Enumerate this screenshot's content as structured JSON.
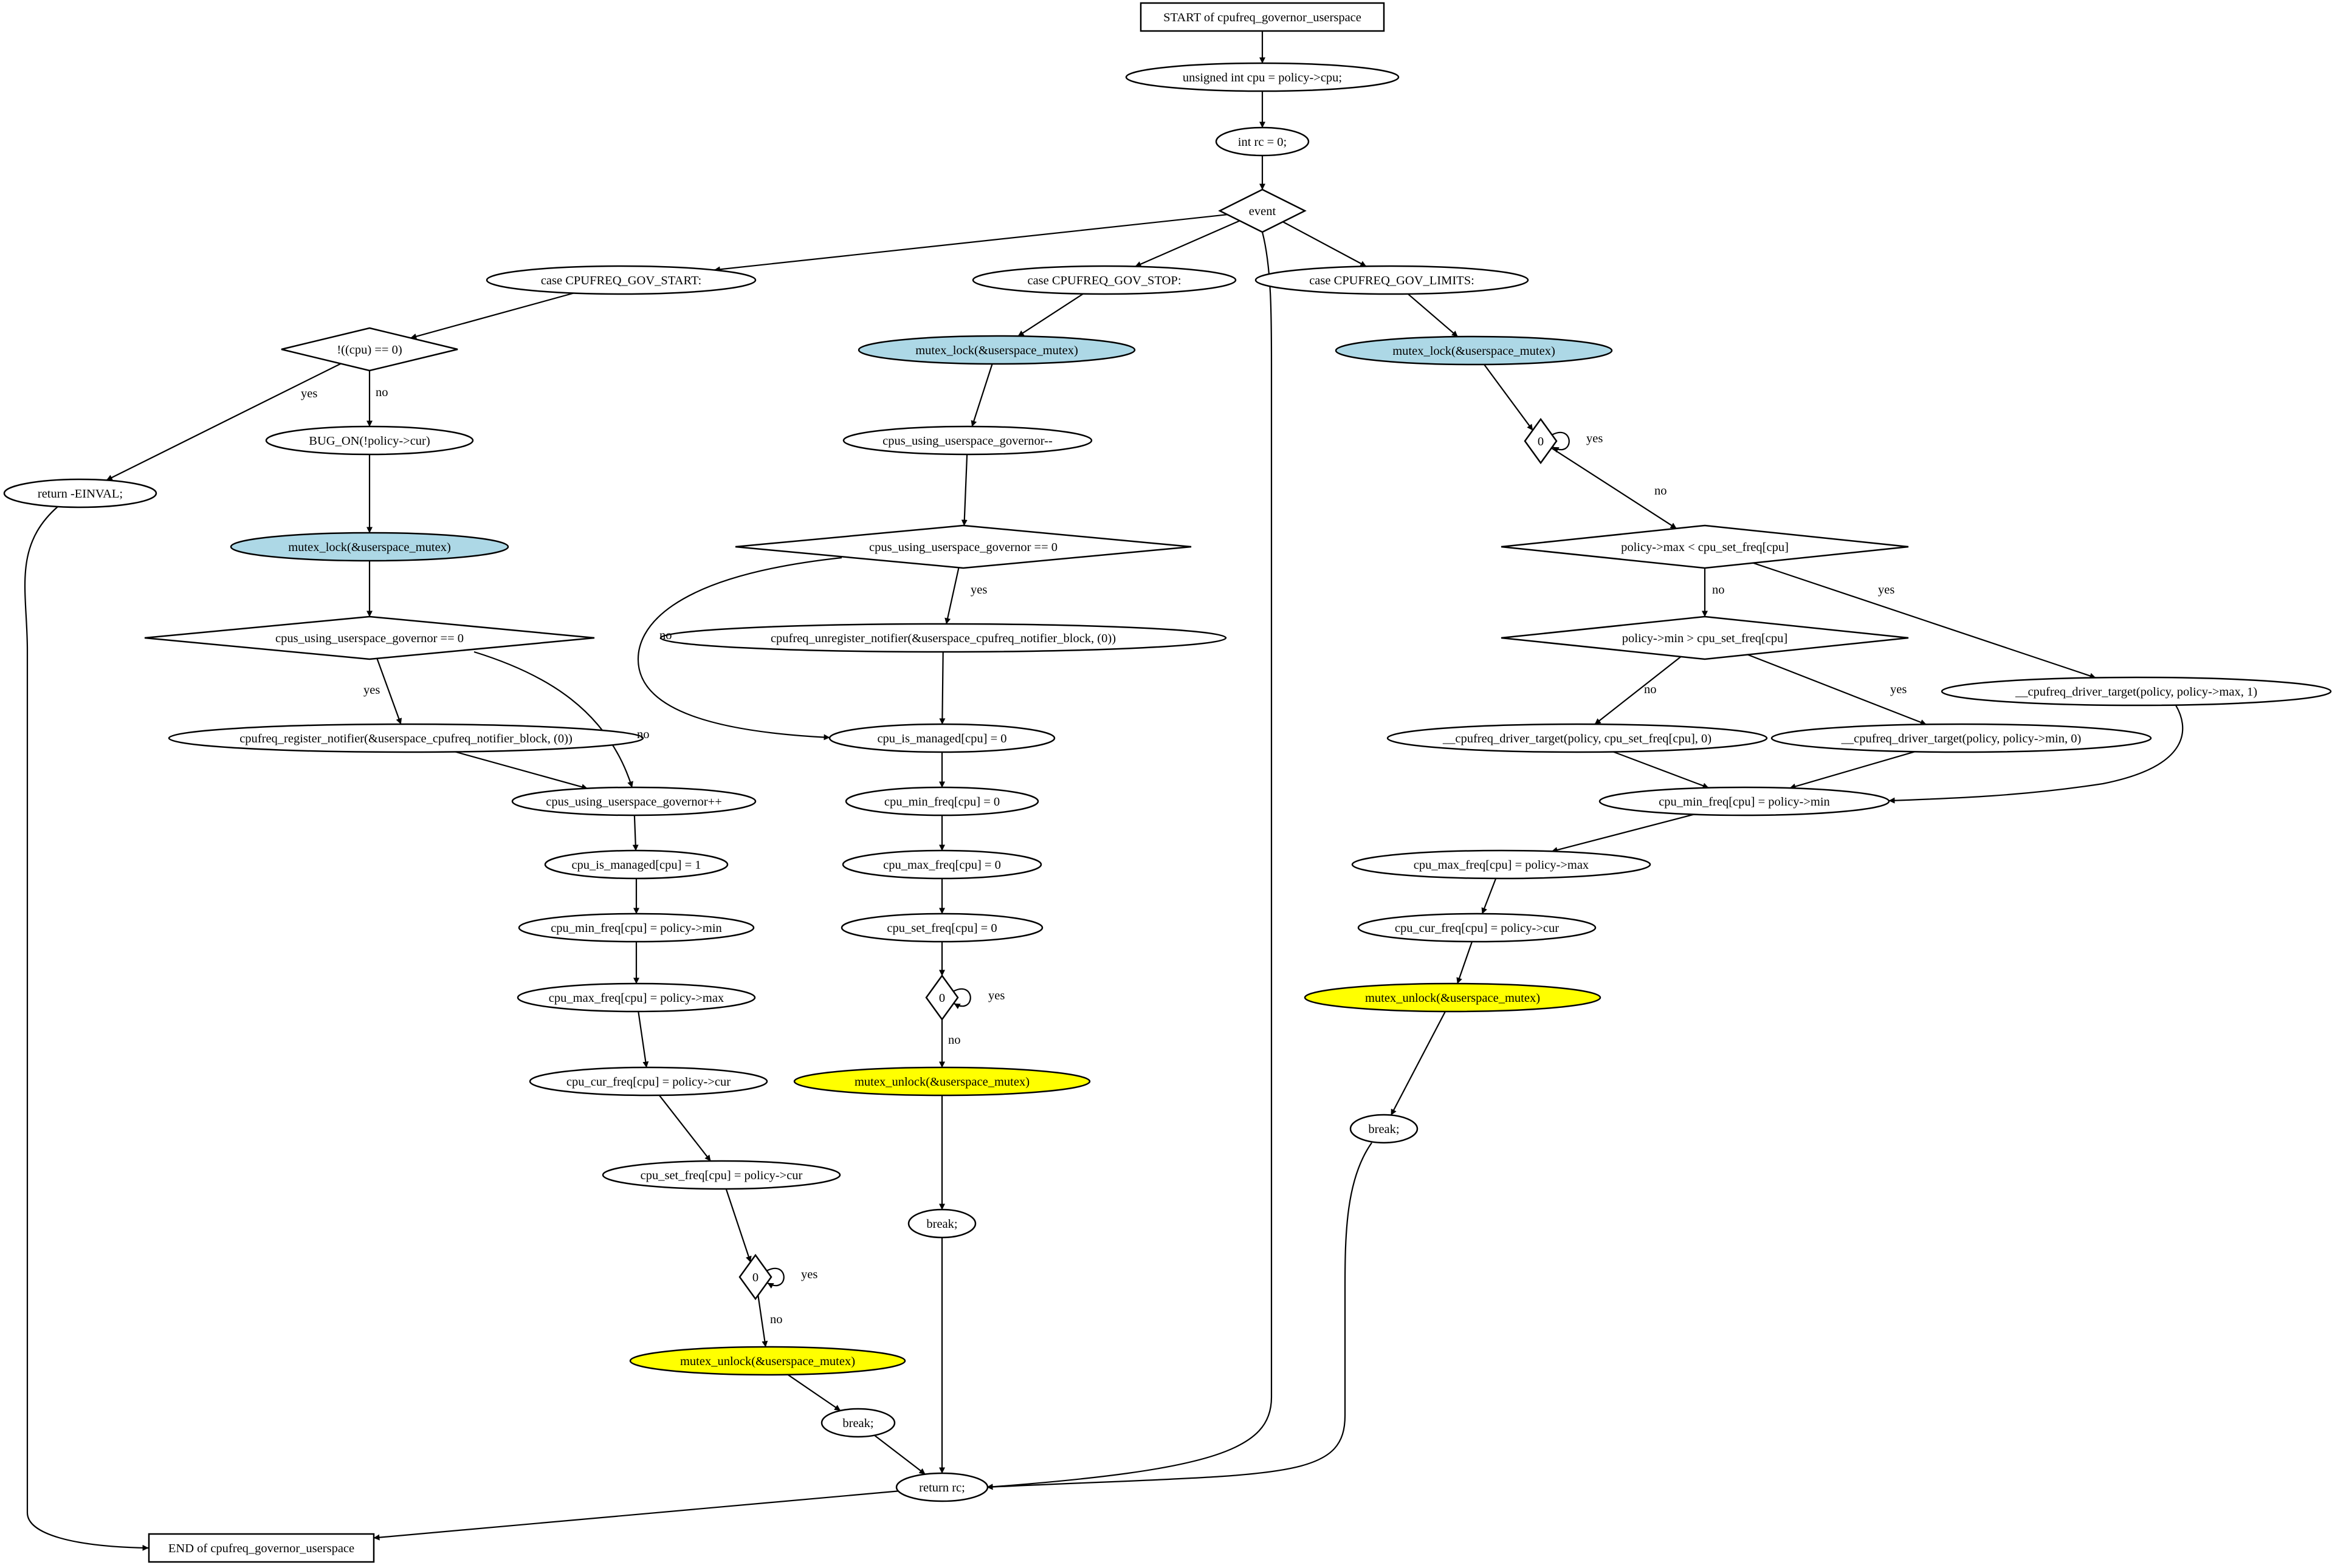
{
  "diagram": {
    "colors": {
      "lightblue": "#add8e6",
      "yellow": "#ffff00",
      "white": "#ffffff",
      "stroke": "#000000"
    },
    "nodes": [
      {
        "id": "start",
        "label": "START of cpufreq_governor_userspace",
        "shape": "box",
        "fill": "white"
      },
      {
        "id": "n_cpu",
        "label": "unsigned int cpu = policy->cpu;",
        "shape": "ellipse",
        "fill": "white"
      },
      {
        "id": "n_rc",
        "label": "int rc = 0;",
        "shape": "ellipse",
        "fill": "white"
      },
      {
        "id": "event",
        "label": "event",
        "shape": "diamond",
        "fill": "white"
      },
      {
        "id": "case_start",
        "label": "case CPUFREQ_GOV_START:",
        "shape": "ellipse",
        "fill": "white"
      },
      {
        "id": "d_cpu",
        "label": "!((cpu) == 0)",
        "shape": "diamond",
        "fill": "white"
      },
      {
        "id": "ret_einval",
        "label": "return -EINVAL;",
        "shape": "ellipse",
        "fill": "white"
      },
      {
        "id": "bug_on",
        "label": "BUG_ON(!policy->cur)",
        "shape": "ellipse",
        "fill": "white"
      },
      {
        "id": "lock_start",
        "label": "mutex_lock(&userspace_mutex)",
        "shape": "ellipse",
        "fill": "lightblue"
      },
      {
        "id": "d_using0_start",
        "label": "cpus_using_userspace_governor == 0",
        "shape": "diamond",
        "fill": "white"
      },
      {
        "id": "reg_notifier",
        "label": "cpufreq_register_notifier(&userspace_cpufreq_notifier_block, (0))",
        "shape": "ellipse",
        "fill": "white"
      },
      {
        "id": "inc_using",
        "label": "cpus_using_userspace_governor++",
        "shape": "ellipse",
        "fill": "white"
      },
      {
        "id": "managed1",
        "label": "cpu_is_managed[cpu] = 1",
        "shape": "ellipse",
        "fill": "white"
      },
      {
        "id": "min_start",
        "label": "cpu_min_freq[cpu] = policy->min",
        "shape": "ellipse",
        "fill": "white"
      },
      {
        "id": "max_start",
        "label": "cpu_max_freq[cpu] = policy->max",
        "shape": "ellipse",
        "fill": "white"
      },
      {
        "id": "cur_start",
        "label": "cpu_cur_freq[cpu] = policy->cur",
        "shape": "ellipse",
        "fill": "white"
      },
      {
        "id": "set_start",
        "label": "cpu_set_freq[cpu] = policy->cur",
        "shape": "ellipse",
        "fill": "white"
      },
      {
        "id": "d0_start",
        "label": "0",
        "shape": "diamond",
        "fill": "white"
      },
      {
        "id": "unlock_start",
        "label": "mutex_unlock(&userspace_mutex)",
        "shape": "ellipse",
        "fill": "yellow"
      },
      {
        "id": "break_start",
        "label": "break;",
        "shape": "ellipse",
        "fill": "white"
      },
      {
        "id": "case_stop",
        "label": "case CPUFREQ_GOV_STOP:",
        "shape": "ellipse",
        "fill": "white"
      },
      {
        "id": "lock_stop",
        "label": "mutex_lock(&userspace_mutex)",
        "shape": "ellipse",
        "fill": "lightblue"
      },
      {
        "id": "dec_using",
        "label": "cpus_using_userspace_governor--",
        "shape": "ellipse",
        "fill": "white"
      },
      {
        "id": "d_using0_stop",
        "label": "cpus_using_userspace_governor == 0",
        "shape": "diamond",
        "fill": "white"
      },
      {
        "id": "unreg_notifier",
        "label": "cpufreq_unregister_notifier(&userspace_cpufreq_notifier_block, (0))",
        "shape": "ellipse",
        "fill": "white"
      },
      {
        "id": "managed0",
        "label": "cpu_is_managed[cpu] = 0",
        "shape": "ellipse",
        "fill": "white"
      },
      {
        "id": "min_stop",
        "label": "cpu_min_freq[cpu] = 0",
        "shape": "ellipse",
        "fill": "white"
      },
      {
        "id": "max_stop",
        "label": "cpu_max_freq[cpu] = 0",
        "shape": "ellipse",
        "fill": "white"
      },
      {
        "id": "set_stop",
        "label": "cpu_set_freq[cpu] = 0",
        "shape": "ellipse",
        "fill": "white"
      },
      {
        "id": "d0_stop",
        "label": "0",
        "shape": "diamond",
        "fill": "white"
      },
      {
        "id": "unlock_stop",
        "label": "mutex_unlock(&userspace_mutex)",
        "shape": "ellipse",
        "fill": "yellow"
      },
      {
        "id": "break_stop",
        "label": "break;",
        "shape": "ellipse",
        "fill": "white"
      },
      {
        "id": "case_limits",
        "label": "case CPUFREQ_GOV_LIMITS:",
        "shape": "ellipse",
        "fill": "white"
      },
      {
        "id": "lock_limits",
        "label": "mutex_lock(&userspace_mutex)",
        "shape": "ellipse",
        "fill": "lightblue"
      },
      {
        "id": "d0_limits",
        "label": "0",
        "shape": "diamond",
        "fill": "white"
      },
      {
        "id": "d_max_lt",
        "label": "policy->max < cpu_set_freq[cpu]",
        "shape": "diamond",
        "fill": "white"
      },
      {
        "id": "d_min_gt",
        "label": "policy->min > cpu_set_freq[cpu]",
        "shape": "diamond",
        "fill": "white"
      },
      {
        "id": "target_max",
        "label": "__cpufreq_driver_target(policy, policy->max, 1)",
        "shape": "ellipse",
        "fill": "white"
      },
      {
        "id": "target_set",
        "label": "__cpufreq_driver_target(policy, cpu_set_freq[cpu], 0)",
        "shape": "ellipse",
        "fill": "white"
      },
      {
        "id": "target_min",
        "label": "__cpufreq_driver_target(policy, policy->min, 0)",
        "shape": "ellipse",
        "fill": "white"
      },
      {
        "id": "min_limits",
        "label": "cpu_min_freq[cpu] = policy->min",
        "shape": "ellipse",
        "fill": "white"
      },
      {
        "id": "max_limits",
        "label": "cpu_max_freq[cpu] = policy->max",
        "shape": "ellipse",
        "fill": "white"
      },
      {
        "id": "cur_limits",
        "label": "cpu_cur_freq[cpu] = policy->cur",
        "shape": "ellipse",
        "fill": "white"
      },
      {
        "id": "unlock_limits",
        "label": "mutex_unlock(&userspace_mutex)",
        "shape": "ellipse",
        "fill": "yellow"
      },
      {
        "id": "break_limits",
        "label": "break;",
        "shape": "ellipse",
        "fill": "white"
      },
      {
        "id": "ret_rc",
        "label": "return rc;",
        "shape": "ellipse",
        "fill": "white"
      },
      {
        "id": "end",
        "label": "END of cpufreq_governor_userspace",
        "shape": "box",
        "fill": "white"
      }
    ],
    "edges": [
      {
        "from": "start",
        "to": "n_cpu",
        "label": ""
      },
      {
        "from": "n_cpu",
        "to": "n_rc",
        "label": ""
      },
      {
        "from": "n_rc",
        "to": "event",
        "label": ""
      },
      {
        "from": "event",
        "to": "case_start",
        "label": ""
      },
      {
        "from": "event",
        "to": "case_stop",
        "label": ""
      },
      {
        "from": "event",
        "to": "case_limits",
        "label": ""
      },
      {
        "from": "event",
        "to": "ret_rc",
        "label": ""
      },
      {
        "from": "case_start",
        "to": "d_cpu",
        "label": ""
      },
      {
        "from": "d_cpu",
        "to": "ret_einval",
        "label": "yes"
      },
      {
        "from": "d_cpu",
        "to": "bug_on",
        "label": "no"
      },
      {
        "from": "ret_einval",
        "to": "end",
        "label": ""
      },
      {
        "from": "bug_on",
        "to": "lock_start",
        "label": ""
      },
      {
        "from": "lock_start",
        "to": "d_using0_start",
        "label": ""
      },
      {
        "from": "d_using0_start",
        "to": "reg_notifier",
        "label": "yes"
      },
      {
        "from": "d_using0_start",
        "to": "inc_using",
        "label": "no"
      },
      {
        "from": "reg_notifier",
        "to": "inc_using",
        "label": ""
      },
      {
        "from": "inc_using",
        "to": "managed1",
        "label": ""
      },
      {
        "from": "managed1",
        "to": "min_start",
        "label": ""
      },
      {
        "from": "min_start",
        "to": "max_start",
        "label": ""
      },
      {
        "from": "max_start",
        "to": "cur_start",
        "label": ""
      },
      {
        "from": "cur_start",
        "to": "set_start",
        "label": ""
      },
      {
        "from": "set_start",
        "to": "d0_start",
        "label": ""
      },
      {
        "from": "d0_start",
        "to": "d0_start",
        "label": "yes"
      },
      {
        "from": "d0_start",
        "to": "unlock_start",
        "label": "no"
      },
      {
        "from": "unlock_start",
        "to": "break_start",
        "label": ""
      },
      {
        "from": "break_start",
        "to": "ret_rc",
        "label": ""
      },
      {
        "from": "case_stop",
        "to": "lock_stop",
        "label": ""
      },
      {
        "from": "lock_stop",
        "to": "dec_using",
        "label": ""
      },
      {
        "from": "dec_using",
        "to": "d_using0_stop",
        "label": ""
      },
      {
        "from": "d_using0_stop",
        "to": "unreg_notifier",
        "label": "yes"
      },
      {
        "from": "d_using0_stop",
        "to": "managed0",
        "label": "no"
      },
      {
        "from": "unreg_notifier",
        "to": "managed0",
        "label": ""
      },
      {
        "from": "managed0",
        "to": "min_stop",
        "label": ""
      },
      {
        "from": "min_stop",
        "to": "max_stop",
        "label": ""
      },
      {
        "from": "max_stop",
        "to": "set_stop",
        "label": ""
      },
      {
        "from": "set_stop",
        "to": "d0_stop",
        "label": ""
      },
      {
        "from": "d0_stop",
        "to": "d0_stop",
        "label": "yes"
      },
      {
        "from": "d0_stop",
        "to": "unlock_stop",
        "label": "no"
      },
      {
        "from": "unlock_stop",
        "to": "break_stop",
        "label": ""
      },
      {
        "from": "break_stop",
        "to": "ret_rc",
        "label": ""
      },
      {
        "from": "case_limits",
        "to": "lock_limits",
        "label": ""
      },
      {
        "from": "lock_limits",
        "to": "d0_limits",
        "label": ""
      },
      {
        "from": "d0_limits",
        "to": "d0_limits",
        "label": "yes"
      },
      {
        "from": "d0_limits",
        "to": "d_max_lt",
        "label": "no"
      },
      {
        "from": "d_max_lt",
        "to": "d_min_gt",
        "label": "no"
      },
      {
        "from": "d_max_lt",
        "to": "target_max",
        "label": "yes"
      },
      {
        "from": "d_min_gt",
        "to": "target_set",
        "label": "no"
      },
      {
        "from": "d_min_gt",
        "to": "target_min",
        "label": "yes"
      },
      {
        "from": "target_set",
        "to": "min_limits",
        "label": ""
      },
      {
        "from": "target_min",
        "to": "min_limits",
        "label": ""
      },
      {
        "from": "target_max",
        "to": "min_limits",
        "label": ""
      },
      {
        "from": "min_limits",
        "to": "max_limits",
        "label": ""
      },
      {
        "from": "max_limits",
        "to": "cur_limits",
        "label": ""
      },
      {
        "from": "cur_limits",
        "to": "unlock_limits",
        "label": ""
      },
      {
        "from": "unlock_limits",
        "to": "break_limits",
        "label": ""
      },
      {
        "from": "break_limits",
        "to": "ret_rc",
        "label": ""
      },
      {
        "from": "ret_rc",
        "to": "end",
        "label": ""
      }
    ]
  }
}
